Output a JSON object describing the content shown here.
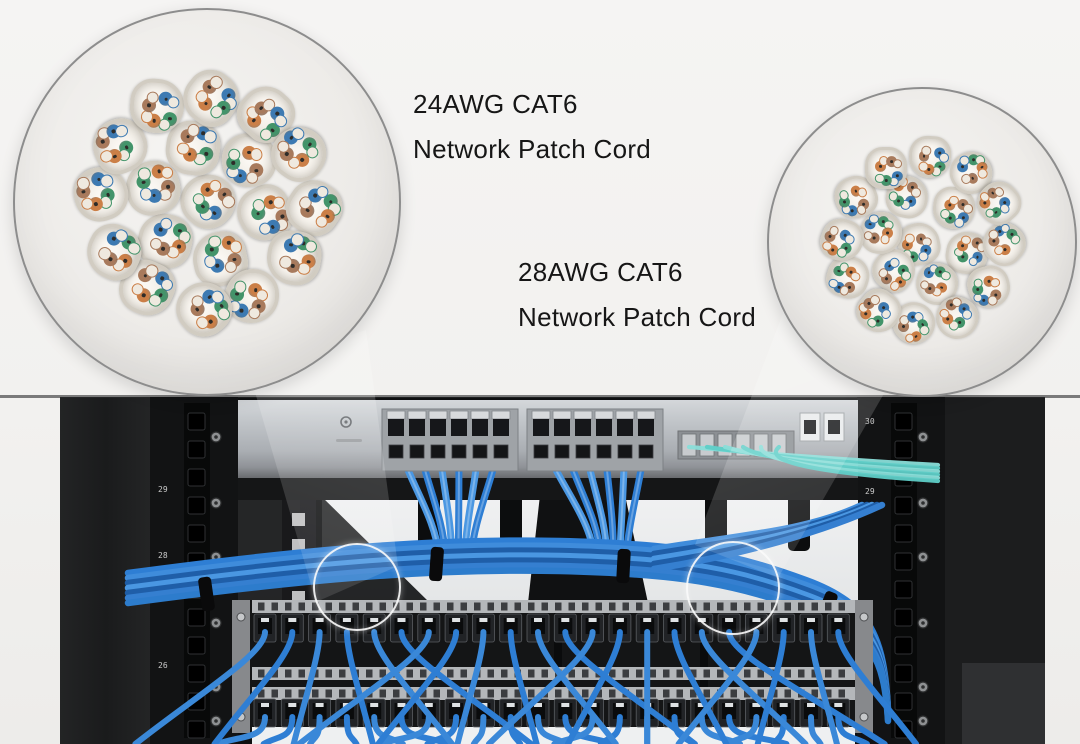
{
  "labels": {
    "left": {
      "line1": "24AWG CAT6",
      "line2": "Network Patch Cord"
    },
    "right": {
      "line1": "28AWG CAT6",
      "line2": "Network Patch Cord"
    }
  },
  "bundles": {
    "left": {
      "gauge": "24AWG",
      "standard": "CAT6",
      "cable_count": 19
    },
    "right": {
      "gauge": "28AWG",
      "standard": "CAT6",
      "cable_count": 19
    }
  },
  "rack": {
    "switch": {
      "rj45_groups": 2,
      "ports_per_group": 6,
      "sfp_ports": 6,
      "uplink_ports": 2
    },
    "patch_panels": {
      "rows": 2,
      "ports_per_row": 22
    },
    "left_rail_numbers": [
      "29",
      "28",
      "26"
    ],
    "right_rail_numbers": [
      "30",
      "29"
    ],
    "highlight_circles": 2
  },
  "colors": {
    "background": "#f4f3f2",
    "circle_fill": "#ececea",
    "circle_border": "#8d8d8d",
    "label_text": "#161616",
    "cable_blue": "#2e7ed4",
    "cable_blue_light": "#4a97e2",
    "cable_blue_dark": "#1f5ea8",
    "fiber_teal": "#5fcdc7",
    "rack_dark": "#141516",
    "switch_silver": "#b9bdc2",
    "panel_strip_silver": "#b4b7ba",
    "wall_white": "#eef0f1",
    "jacket_cream": "#f1ede6",
    "wire_pair_colors": [
      "#3d7ab2",
      "#43946a",
      "#cb7f47",
      "#a87a5c"
    ]
  }
}
